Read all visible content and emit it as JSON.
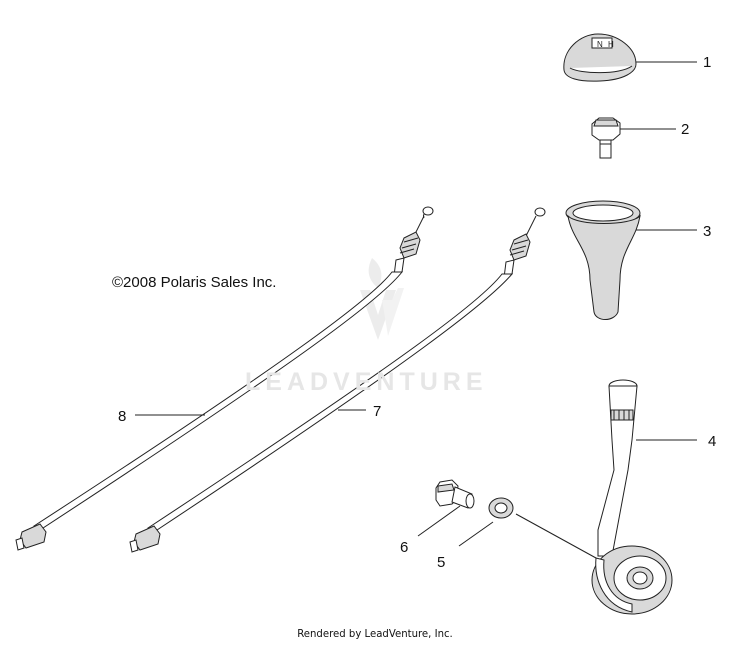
{
  "copyright": "©2008 Polaris Sales Inc.",
  "rendered_by": "Rendered by LeadVenture, Inc.",
  "watermark_text": "LEADVENTURE",
  "callouts": [
    "1",
    "2",
    "3",
    "4",
    "5",
    "6",
    "7",
    "8"
  ],
  "icons": {
    "watermark": "leadventure-logo-icon"
  },
  "colors": {
    "line": "#222222",
    "shade": "#d9d9d9",
    "watermark": "#e6e6e6"
  }
}
